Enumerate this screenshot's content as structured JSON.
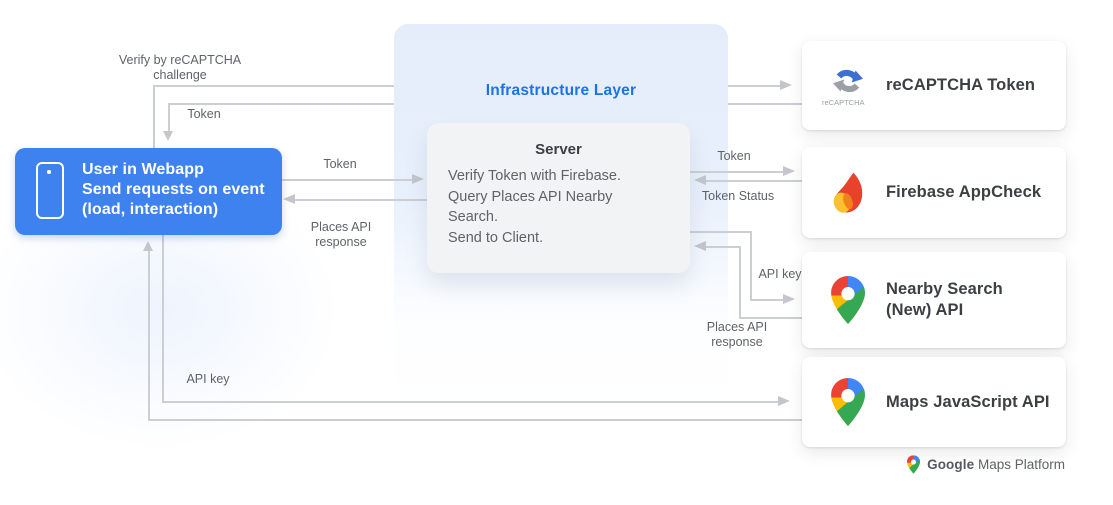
{
  "colors": {
    "accent_blue": "#3d82ef",
    "infra_title_blue": "#1a73e8",
    "card_title_grey": "#3c4043",
    "label_grey": "#5f6368",
    "line_grey": "#cbced2",
    "google_red": "#ea4335",
    "google_blue": "#4285f4",
    "google_yellow": "#fbbc04",
    "google_green": "#34a853"
  },
  "user_box": {
    "text": "User in Webapp\nSend requests on event\n(load, interaction)"
  },
  "infrastructure": {
    "title": "Infrastructure Layer"
  },
  "server": {
    "title": "Server",
    "body": "Verify Token with Firebase.\nQuery Places API Nearby\nSearch.\nSend to Client."
  },
  "cards": {
    "recaptcha": {
      "title": "reCAPTCHA Token",
      "icon_caption": "reCAPTCHA"
    },
    "firebase": {
      "title": "Firebase AppCheck"
    },
    "nearby": {
      "title": "Nearby Search\n(New) API"
    },
    "mapsjs": {
      "title": "Maps JavaScript API"
    }
  },
  "labels": {
    "verify_challenge": "Verify by reCAPTCHA\nchallenge",
    "token_to_user": "Token",
    "token_user_to_server": "Token",
    "places_response_to_user": "Places API\nresponse",
    "token_server_to_firebase": "Token",
    "token_status": "Token Status",
    "api_key_to_nearby": "API key",
    "places_response_to_server": "Places API\nresponse",
    "api_key_to_mapsjs": "API key"
  },
  "footer": {
    "google": "Google",
    "rest": " Maps Platform"
  }
}
